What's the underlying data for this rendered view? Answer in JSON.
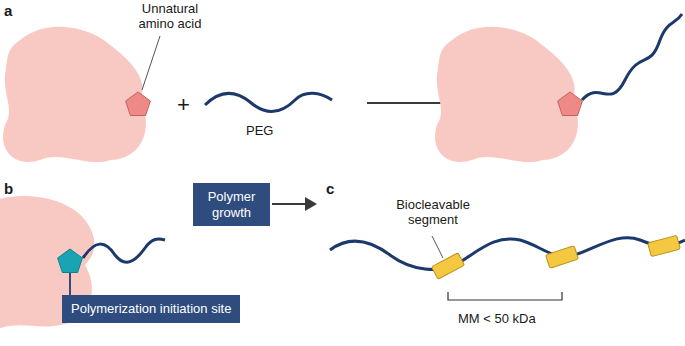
{
  "diagram": {
    "nodes": [
      {
        "text": [
          "Polymer growth"
        ]
      },
      {
        "text": [
          "Polymerization initiation site"
        ]
      }
    ],
    "labels": [
      "a",
      "Unnatural amino acid",
      "+",
      "PEG",
      "b",
      "c",
      "Biocleavable segment",
      "MM < 50 kDa"
    ]
  }
}
